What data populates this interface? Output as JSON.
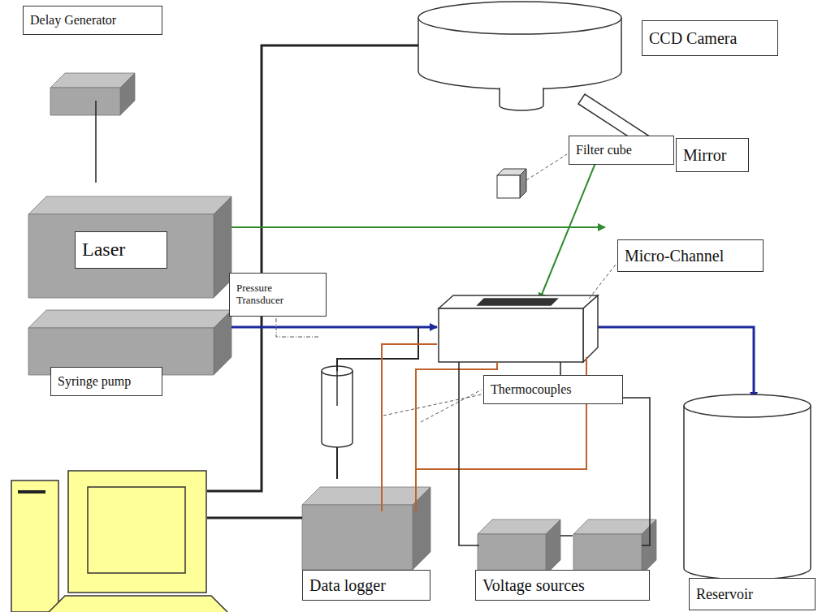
{
  "diagram": {
    "nodes": [
      {
        "text": [
          "Delay Generator"
        ]
      },
      {
        "text": [
          "CCD Camera"
        ]
      },
      {
        "text": [
          "Filter cube"
        ]
      },
      {
        "text": [
          "Mirror"
        ]
      },
      {
        "text": [
          "Laser"
        ]
      },
      {
        "text": [
          "Pressure Transducer"
        ]
      },
      {
        "text": [
          "Micro-Channel"
        ]
      },
      {
        "text": [
          "Syringe pump"
        ]
      },
      {
        "text": [
          "Thermocouples"
        ]
      },
      {
        "text": [
          "Data logger"
        ]
      },
      {
        "text": [
          "Voltage sources"
        ]
      },
      {
        "text": [
          "Reservoir"
        ]
      }
    ]
  }
}
